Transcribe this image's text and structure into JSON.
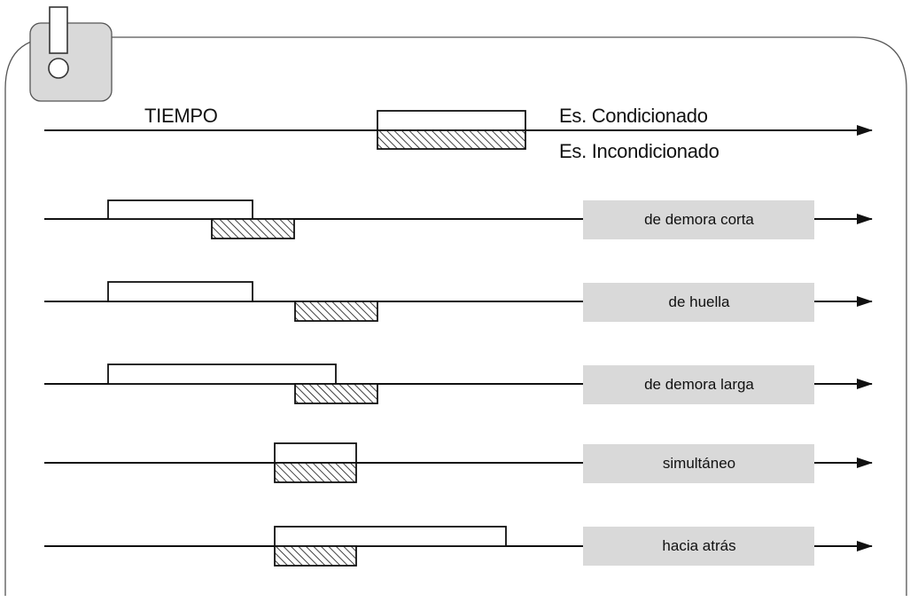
{
  "header": {
    "time_label": "TIEMPO",
    "cs_label": "Es. Condicionado",
    "us_label": "Es. Incondicionado"
  },
  "procedures": [
    {
      "label": "de demora corta"
    },
    {
      "label": "de huella"
    },
    {
      "label": "de demora larga"
    },
    {
      "label": "simultáneo"
    },
    {
      "label": "hacia atrás"
    }
  ],
  "icons": {
    "badge": "exclamation-icon"
  },
  "colors": {
    "stroke": "#111111",
    "label_box": "#d9d9d9",
    "badge": "#d9d9d9",
    "frame": "#555555"
  }
}
